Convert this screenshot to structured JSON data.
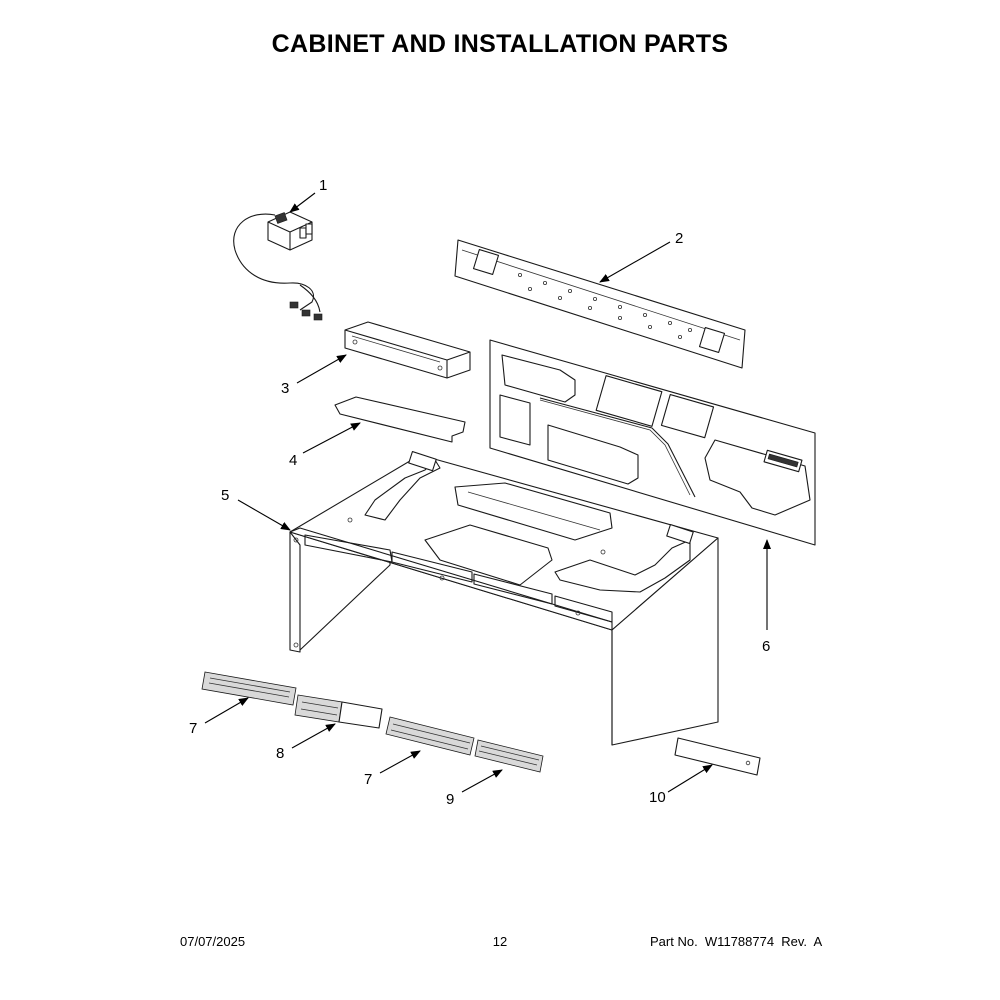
{
  "title": "CABINET AND INSTALLATION PARTS",
  "callouts": {
    "c1": "1",
    "c2": "2",
    "c3": "3",
    "c4": "4",
    "c5": "5",
    "c6": "6",
    "c7a": "7",
    "c8": "8",
    "c7b": "7",
    "c9": "9",
    "c10": "10"
  },
  "footer": {
    "date": "07/07/2025",
    "page": "12",
    "part_number": "Part No.  W11788774  Rev.  A"
  }
}
